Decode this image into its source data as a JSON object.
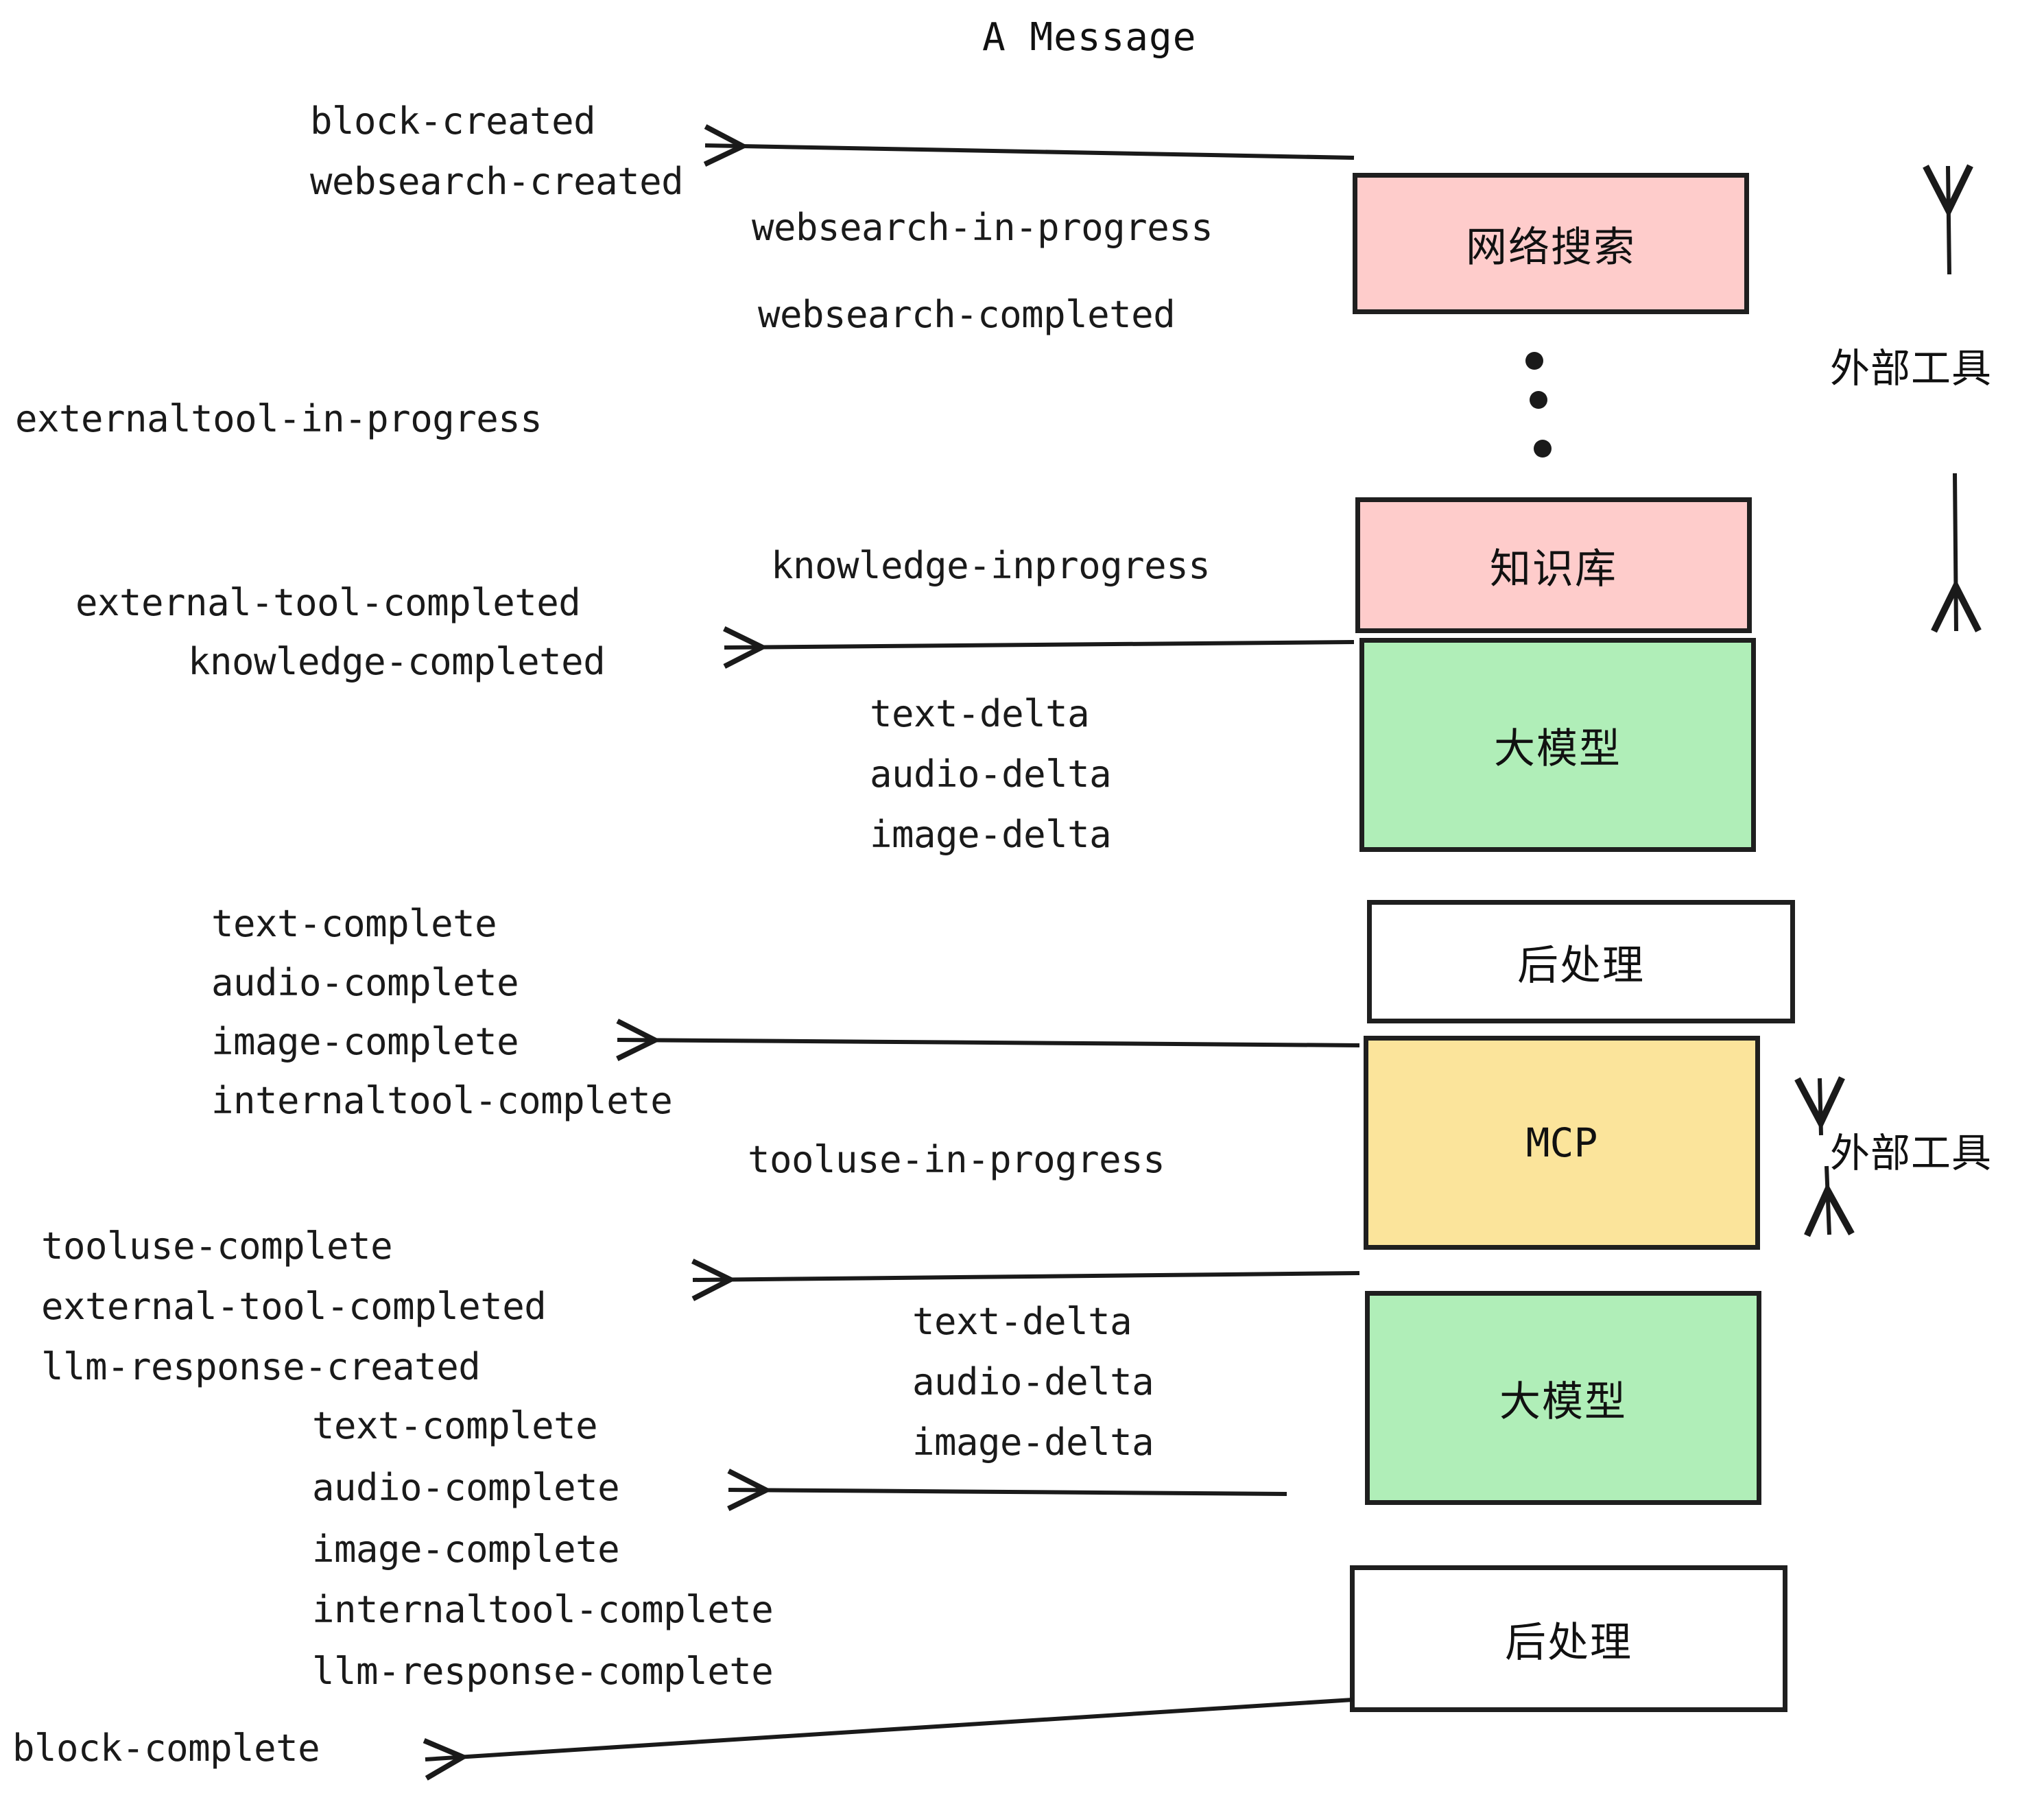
{
  "title": "A Message",
  "colors": {
    "pink": "#fecccb",
    "green": "#b0eeb8",
    "yellow": "#fbe49b",
    "white": "#ffffff",
    "stroke": "#1f1f1f",
    "text": "#1a1a1a"
  },
  "boxes": {
    "websearch": "网络搜索",
    "knowledge": "知识库",
    "llm_1": "大模型",
    "postprocess_1": "后处理",
    "mcp": "MCP",
    "llm_2": "大模型",
    "postprocess_2": "后处理"
  },
  "side_labels": {
    "external_tool_top": "外部工具",
    "external_tool_bottom": "外部工具"
  },
  "events": {
    "block_created": "block-created",
    "websearch_created": "websearch-created",
    "websearch_in_progress": "websearch-in-progress",
    "websearch_completed": "websearch-completed",
    "externaltool_in_progress": "externaltool-in-progress",
    "knowledge_inprogress": "knowledge-inprogress",
    "external_tool_completed_1": "external-tool-completed",
    "knowledge_completed": "knowledge-completed",
    "text_delta_1": "text-delta",
    "audio_delta_1": "audio-delta",
    "image_delta_1": "image-delta",
    "text_complete_1": "text-complete",
    "audio_complete_1": "audio-complete",
    "image_complete_1": "image-complete",
    "internaltool_complete_1": "internaltool-complete",
    "tooluse_in_progress": "tooluse-in-progress",
    "tooluse_complete": "tooluse-complete",
    "external_tool_completed_2": "external-tool-completed",
    "llm_response_created": "llm-response-created",
    "text_delta_2": "text-delta",
    "audio_delta_2": "audio-delta",
    "image_delta_2": "image-delta",
    "text_complete_2": "text-complete",
    "audio_complete_2": "audio-complete",
    "image_complete_2": "image-complete",
    "internaltool_complete_2": "internaltool-complete",
    "llm_response_complete": "llm-response-complete",
    "block_complete": "block-complete"
  }
}
